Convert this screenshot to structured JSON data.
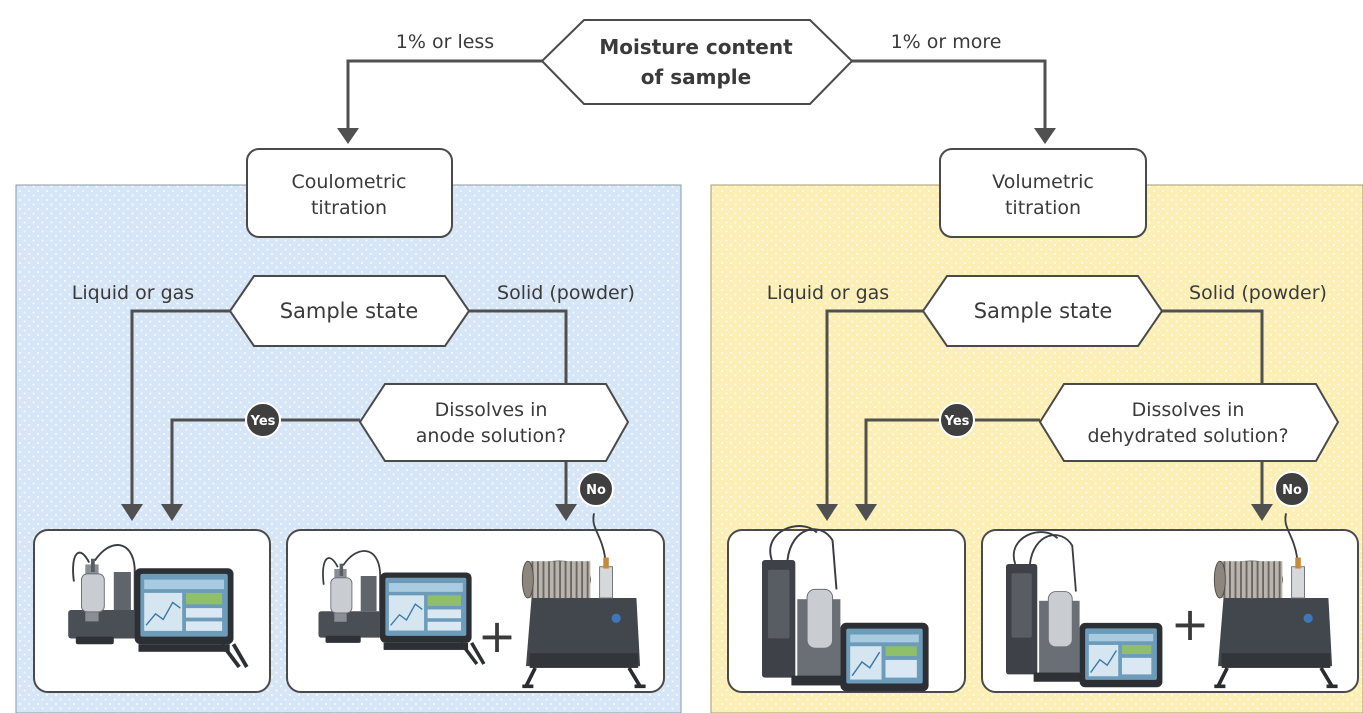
{
  "top_decision": {
    "line1": "Moisture content",
    "line2": "of sample",
    "left_branch": "1% or less",
    "right_branch": "1% or more"
  },
  "left_panel": {
    "method_line1": "Coulometric",
    "method_line2": "titration",
    "sample_state": "Sample state",
    "branch_liquid": "Liquid or gas",
    "branch_solid": "Solid (powder)",
    "dissolves_line1": "Dissolves in",
    "dissolves_line2": "anode solution?",
    "yes": "Yes",
    "no": "No",
    "plus": "+"
  },
  "right_panel": {
    "method_line1": "Volumetric",
    "method_line2": "titration",
    "sample_state": "Sample state",
    "branch_liquid": "Liquid or gas",
    "branch_solid": "Solid (powder)",
    "dissolves_line1": "Dissolves in",
    "dissolves_line2": "dehydrated solution?",
    "yes": "Yes",
    "no": "No",
    "plus": "+"
  },
  "colors": {
    "left_panel_bg": "#d6e6f6",
    "right_panel_bg": "#fbefb6",
    "connector": "#505050",
    "badge": "#3f3f3f",
    "device_body": "#3d4147",
    "screen": "#6c9cba"
  }
}
